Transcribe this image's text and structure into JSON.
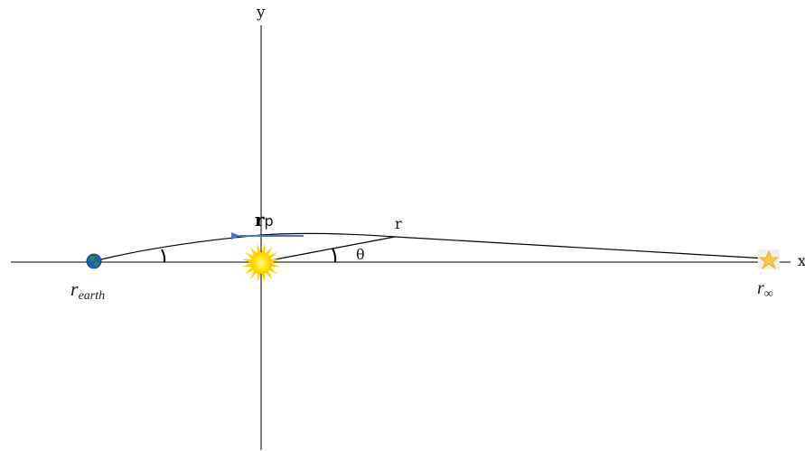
{
  "labels": {
    "y_axis": "y",
    "x_axis": "x",
    "r_point": "r",
    "theta": "θ",
    "r_p_main": "r",
    "r_p_sub": "p",
    "r_earth_main": "r",
    "r_earth_sub": "earth",
    "r_inf_main": "r",
    "r_inf_sub": "∞"
  },
  "objects": {
    "sun": "sun-icon",
    "earth": "earth-icon",
    "star": "star-icon"
  },
  "colors": {
    "axis": "#000000",
    "path": "#000000",
    "rp_arrow": "#4f73b8",
    "sun_outer": "#ffd400",
    "sun_inner": "#ffef60",
    "earth_blue": "#1f5fb5",
    "earth_green": "#2e8b3a",
    "star": "#f7c748"
  }
}
